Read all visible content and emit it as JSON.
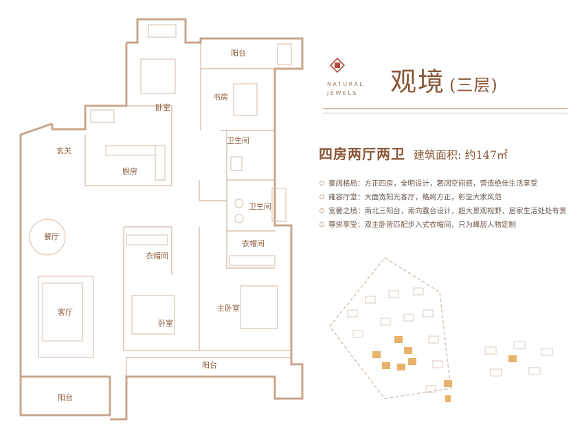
{
  "brand": {
    "logo_text_line1": "NATURAL",
    "logo_text_line2": "JEWELS",
    "title": "观境",
    "subtitle": "(三层)"
  },
  "spec": {
    "layout": "四房两厅两卫",
    "area": "建筑面积: 约147㎡"
  },
  "features": [
    {
      "text": "豪阔格局：方正四房，全明设计，奢阔空间感，营造绝佳生活享受"
    },
    {
      "text": "雍容厅堂：大面宽阳光客厅，格局方正，彰显大家风范"
    },
    {
      "text": "宽奢之境：南北三阳台，南向露台设计，超大景观视野，居家生活处处有景"
    },
    {
      "text": "尊崇享受：双主卧皆匹配步入式衣帽间，只为峰层人物定制"
    }
  ],
  "rooms": {
    "balcony_top": "阳台",
    "bedroom_top": "卧室",
    "study": "书房",
    "entrance": "玄关",
    "kitchen": "厨房",
    "bathroom_1": "卫生间",
    "bathroom_2": "卫生间",
    "dining": "餐厅",
    "closet_1": "衣帽间",
    "closet_2": "衣帽间",
    "living": "客厅",
    "bedroom_bottom": "卧室",
    "master_bedroom": "主卧室",
    "balcony_bottom": "阳台",
    "balcony_left": "阳台"
  },
  "colors": {
    "wall": "#c9a589",
    "text": "#8a5636",
    "highlight": "#e8b26a"
  }
}
